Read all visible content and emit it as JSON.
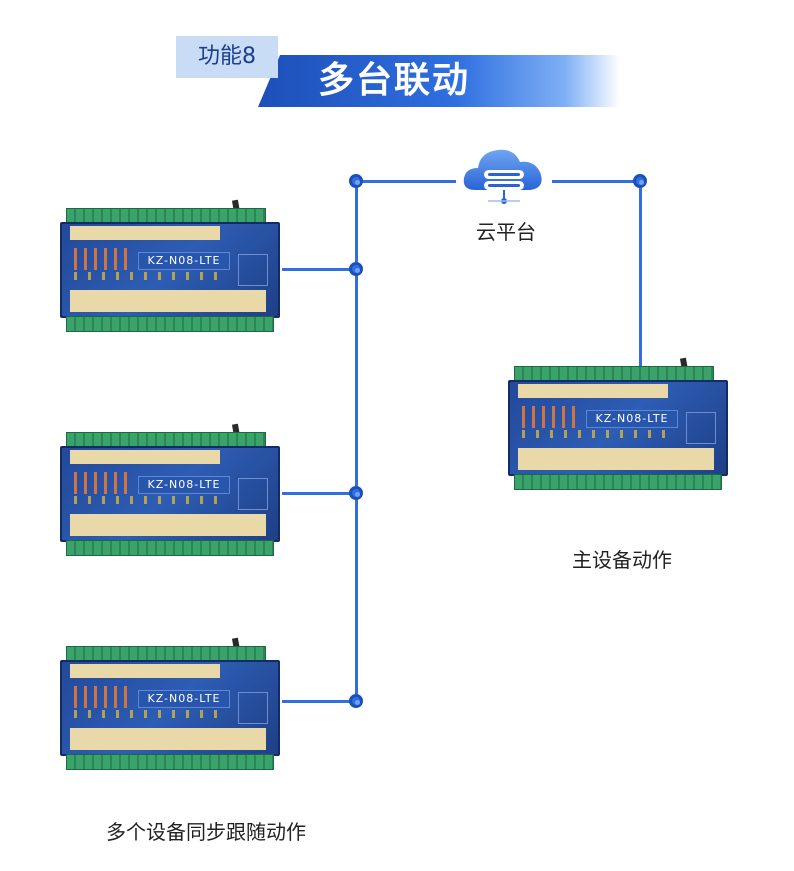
{
  "header": {
    "tag": "功能8",
    "title": "多台联动"
  },
  "cloud": {
    "icon": "cloud-server-icon",
    "label": "云平台",
    "color": "#2f6fe0"
  },
  "devices": {
    "model": "KZ-N08-LTE"
  },
  "captions": {
    "master": "主设备动作",
    "slaves": "多个设备同步跟随动作"
  },
  "colors": {
    "line": "#2f6fe0",
    "header_gradient_start": "#1d4fb8",
    "header_tag_bg": "#c9dcf5"
  }
}
